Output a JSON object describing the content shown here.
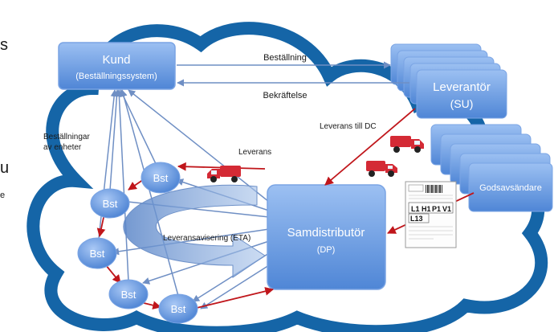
{
  "edge_fragments": {
    "top_left": "s",
    "mid_left": "u",
    "small_left": "e"
  },
  "kund": {
    "title": "Kund",
    "subtitle": "(Beställningssystem)"
  },
  "leverantor": {
    "title": "Leverantör",
    "subtitle": "(SU)"
  },
  "godsavsandare": {
    "label": "Godsavsändare"
  },
  "samdistributor": {
    "title": "Samdistributör",
    "subtitle": "(DP)"
  },
  "flows": {
    "bestallning": "Beställning",
    "bekraftelse": "Bekräftelse",
    "leverans_till_dc": "Leverans till DC",
    "leverans": "Leverans",
    "bestallningar_line1": "Beställningar",
    "bestallningar_line2": "av enheter",
    "leveransavisering": "Leveransavisering (ETA)"
  },
  "nodes": {
    "bst_label": "Bst"
  },
  "label_doc": {
    "cells": [
      "L1",
      "H1",
      "P1",
      "V1",
      "L13"
    ]
  },
  "colors": {
    "cloud_outline": "#1565a7",
    "box_light": "#8fb7ef",
    "box_dark": "#5b8fd8",
    "arrow_red": "#c0161b",
    "arrow_blue": "#6f8fc4",
    "truck_red": "#d42a35",
    "text_white": "#ffffff",
    "text_dark": "#1a1a1a"
  }
}
